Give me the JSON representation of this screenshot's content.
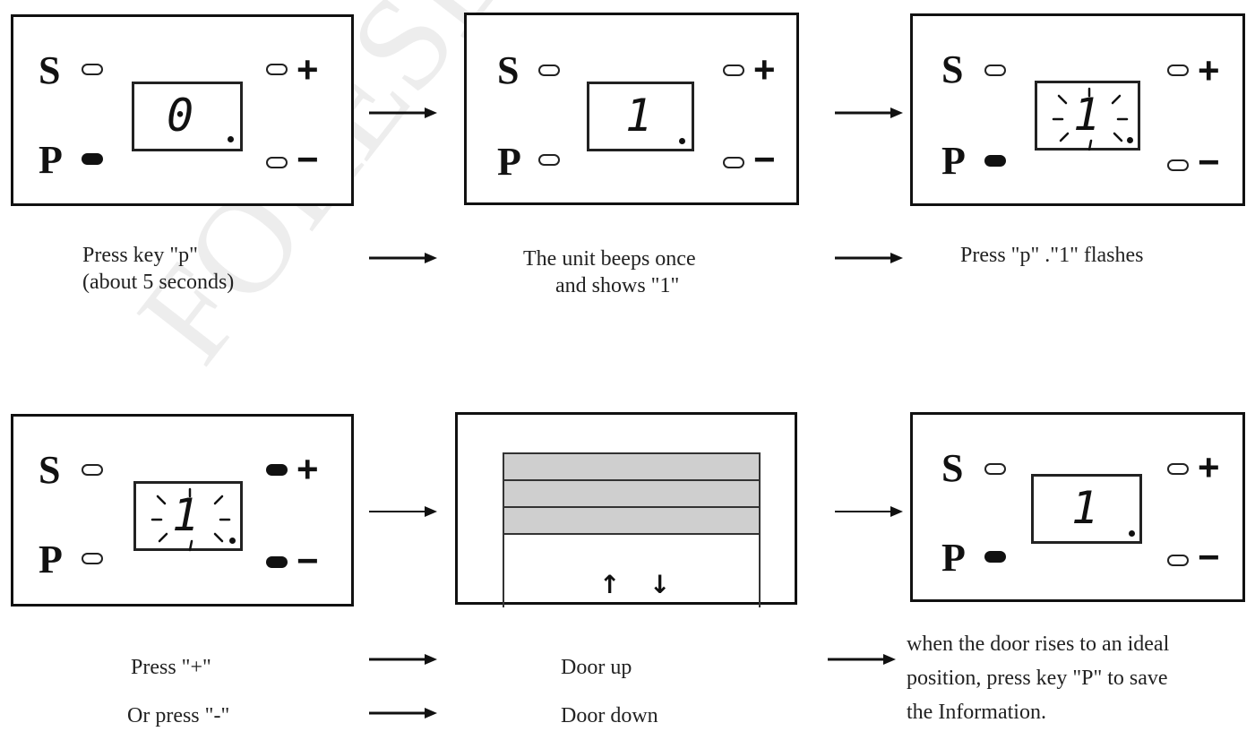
{
  "panels": {
    "p1": {
      "s": "S",
      "p": "P",
      "plus": "+",
      "minus": "−",
      "digit": "0",
      "leds": {
        "s": false,
        "p": true,
        "plus": false,
        "minus": false
      },
      "flash": false
    },
    "p2": {
      "s": "S",
      "p": "P",
      "plus": "+",
      "minus": "−",
      "digit": "1",
      "leds": {
        "s": false,
        "p": false,
        "plus": false,
        "minus": false
      },
      "flash": false
    },
    "p3": {
      "s": "S",
      "p": "P",
      "plus": "+",
      "minus": "−",
      "digit": "1",
      "leds": {
        "s": false,
        "p": true,
        "plus": false,
        "minus": false
      },
      "flash": true
    },
    "p4": {
      "s": "S",
      "p": "P",
      "plus": "+",
      "minus": "−",
      "digit": "1",
      "leds": {
        "s": false,
        "p": false,
        "plus": true,
        "minus": true
      },
      "flash": true
    },
    "p6": {
      "s": "S",
      "p": "P",
      "plus": "+",
      "minus": "−",
      "digit": "1",
      "leds": {
        "s": false,
        "p": true,
        "plus": false,
        "minus": false
      },
      "flash": false
    }
  },
  "door": {
    "up_arrow": "↑",
    "down_arrow": "↓"
  },
  "captions": {
    "c1_line1": "Press  key \"p\"",
    "c1_line2": "(about 5 seconds)",
    "c2_line1": "The unit beeps once",
    "c2_line2": "and shows  \"1\"",
    "c3": "Press \"p\" .\"1\" flashes",
    "c4_line1": "Press \"+\"",
    "c4_line2": "Or press \"-\"",
    "c5_line1": "Door up",
    "c5_line2": "Door down",
    "c6_line1": "when the door rises to an ideal",
    "c6_line2": "position, press key \"P\" to save",
    "c6_line3": "the Information."
  },
  "watermark": "FORESEE Garage Door"
}
